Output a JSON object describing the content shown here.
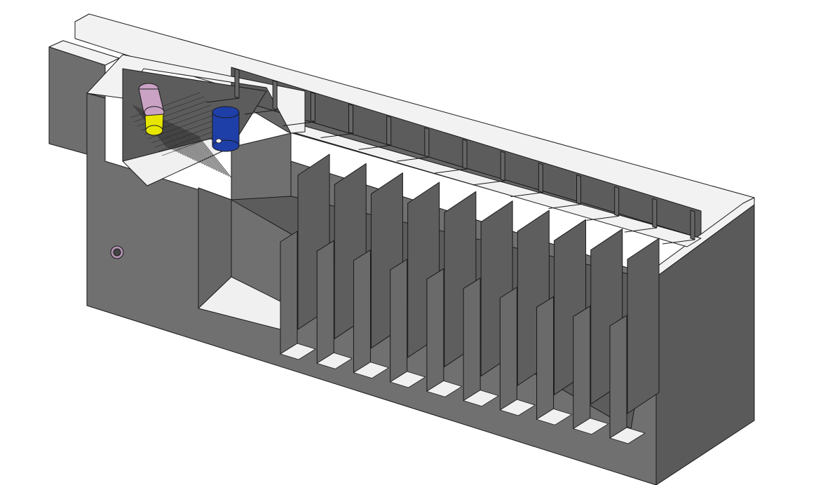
{
  "view": {
    "background": "#ffffff",
    "edge_color": "#1a1a1a"
  },
  "colors": {
    "wall_outer": "#6e6e6e",
    "wall_front": "#707070",
    "wall_end": "#5a5a5a",
    "wall_top": "#f2f2f2",
    "interior_dark": "#5c5c5c",
    "interior_mid": "#666666",
    "floor": "#f0f0f0",
    "baffle": "#5e5e5e",
    "baffle_light": "#6a6a6a",
    "pipe_pink": "#c9a2c4",
    "pipe_yellow": "#e6e600",
    "tank_blue": "#1f3fa8",
    "port_ring": "#b090b0",
    "screen": "#2a2a2a"
  },
  "components": {
    "lamella_baffles": 10,
    "channel_dividers": 13,
    "inlet_pipe": "pink-elbow",
    "inlet_reducer": "yellow",
    "dosing_tank": "blue-cylinder",
    "bar_screen": "inclined-rake",
    "outlet_port": "side-port"
  }
}
